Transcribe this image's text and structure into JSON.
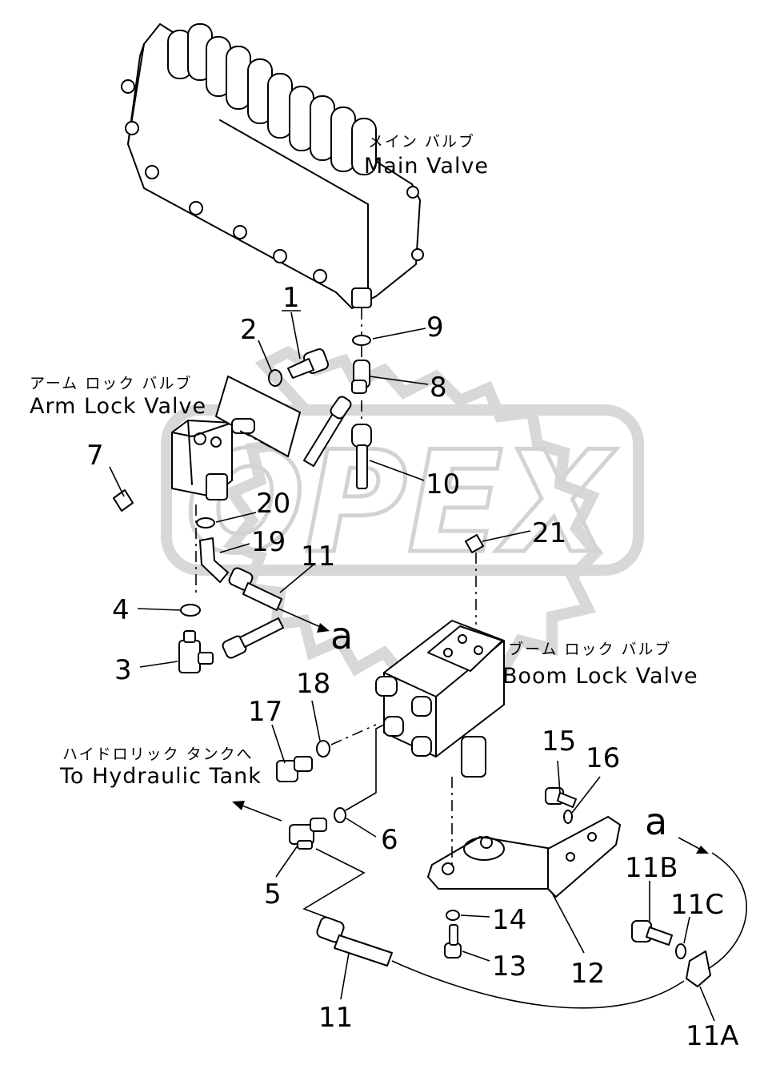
{
  "watermark": {
    "text": "OPEX"
  },
  "components": {
    "main_valve": {
      "jp": "メイン バルブ",
      "en": "Main Valve"
    },
    "arm_lock_valve": {
      "jp": "アーム ロック バルブ",
      "en": "Arm Lock Valve"
    },
    "boom_lock_valve": {
      "jp": "ブーム ロック バルブ",
      "en": "Boom Lock Valve"
    },
    "hydraulic_tank": {
      "jp": "ハイドロリック タンクへ",
      "en": "To Hydraulic Tank"
    }
  },
  "parts": {
    "p1": "1",
    "p2": "2",
    "p3": "3",
    "p4": "4",
    "p5": "5",
    "p6": "6",
    "p7": "7",
    "p8": "8",
    "p9": "9",
    "p10": "10",
    "p11_upper": "11",
    "p11_lower": "11",
    "p11a": "11A",
    "p11b": "11B",
    "p11c": "11C",
    "p12": "12",
    "p13": "13",
    "p14": "14",
    "p15": "15",
    "p16": "16",
    "p17": "17",
    "p18": "18",
    "p19": "19",
    "p20": "20",
    "p21": "21"
  },
  "connections": {
    "a_upper": "a",
    "a_lower": "a"
  }
}
